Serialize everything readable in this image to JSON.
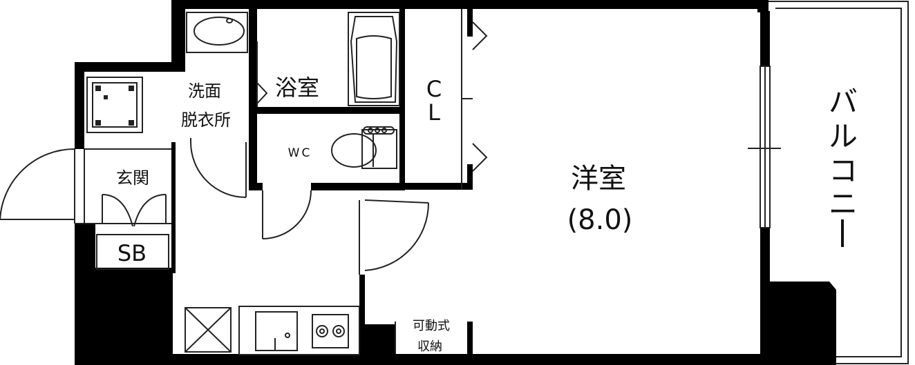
{
  "rooms": {
    "western_room": {
      "name": "洋室",
      "size": "(8.0)"
    },
    "balcony": {
      "chars": [
        "バ",
        "ル",
        "コ",
        "ニ",
        "ー"
      ]
    },
    "closet": {
      "line1": "C",
      "line2": "L"
    },
    "bathroom": {
      "name": "浴室"
    },
    "washroom": {
      "line1": "洗面",
      "line2": "脱衣所"
    },
    "toilet": {
      "name": "WC"
    },
    "entrance": {
      "name": "玄関"
    },
    "shoe_box": {
      "name": "SB"
    },
    "movable_storage": {
      "line1": "可動式",
      "line2": "収納"
    }
  },
  "colors": {
    "wall": "#000000",
    "line": "#222222",
    "background": "#ffffff"
  }
}
